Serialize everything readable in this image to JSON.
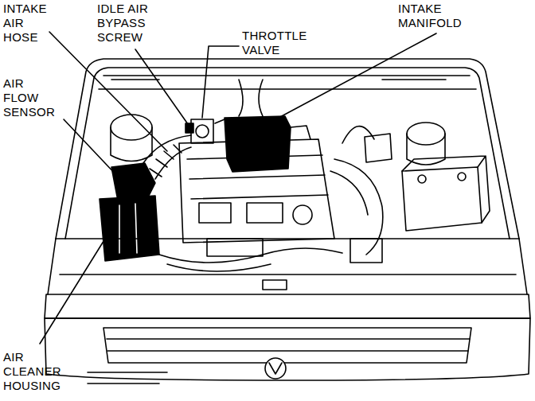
{
  "diagram": {
    "labels": [
      "INTAKE AIR HOSE",
      "IDLE AIR BYPASS SCREW",
      "THROTTLE VALVE",
      "INTAKE MANIFOLD",
      "AIR FLOW SENSOR",
      "AIR CLEANER HOUSING"
    ]
  }
}
